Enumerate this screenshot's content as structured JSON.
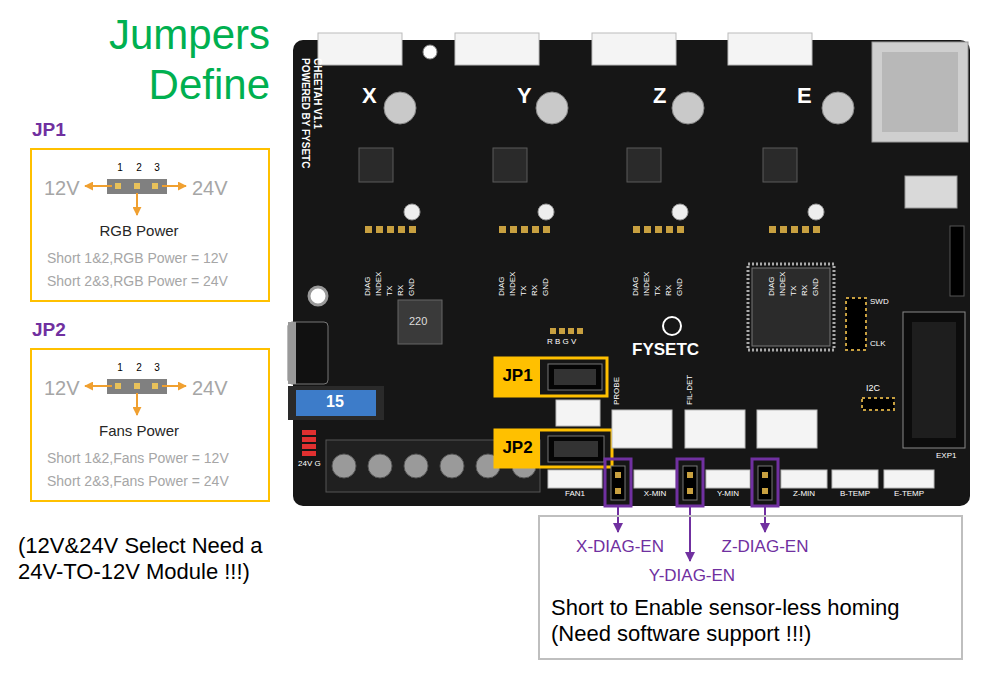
{
  "diagram": {
    "title": "Jumpers Define",
    "nodes": [
      {
        "text": [
          "JP1",
          "1",
          "2",
          "3",
          "12V",
          "24V",
          "RGB Power",
          "Short 1&2,RGB Power = 12V",
          "Short 2&3,RGB Power = 24V"
        ]
      },
      {
        "text": [
          "JP2",
          "1",
          "2",
          "3",
          "12V",
          "24V",
          "Fans Power",
          "Short 1&2,Fans Power = 12V",
          "Short 2&3,Fans Power = 24V"
        ]
      },
      {
        "text": [
          "JP1"
        ]
      },
      {
        "text": [
          "JP2"
        ]
      },
      {
        "text": [
          "X-DIAG-EN",
          "Y-DIAG-EN",
          "Z-DIAG-EN",
          "Short to Enable sensor-less homing (Need software support !!!)"
        ]
      }
    ],
    "labels": [
      "(12V&24V Select Need a 24V-TO-12V Module !!!)",
      "CHEETAH V1.1",
      "POWERED BY FYSETC",
      "X",
      "Y",
      "Z",
      "E",
      "DIAG",
      "INDEX",
      "TX",
      "RX",
      "GND",
      "DIAG",
      "INDEX",
      "TX",
      "RX",
      "GND",
      "DIAG",
      "INDEX",
      "TX",
      "RX",
      "GND",
      "DIAG",
      "INDEX",
      "TX",
      "RX",
      "GND",
      "FYSETC",
      "PROBE",
      "FIL-DET",
      "X-MIN",
      "Y-MIN",
      "Z-MIN",
      "B-TEMP",
      "E-TEMP",
      "FAN1",
      "I2C",
      "EXP1",
      "SWD",
      "CLK",
      "R B G V",
      "24V G",
      "15",
      "220"
    ]
  }
}
